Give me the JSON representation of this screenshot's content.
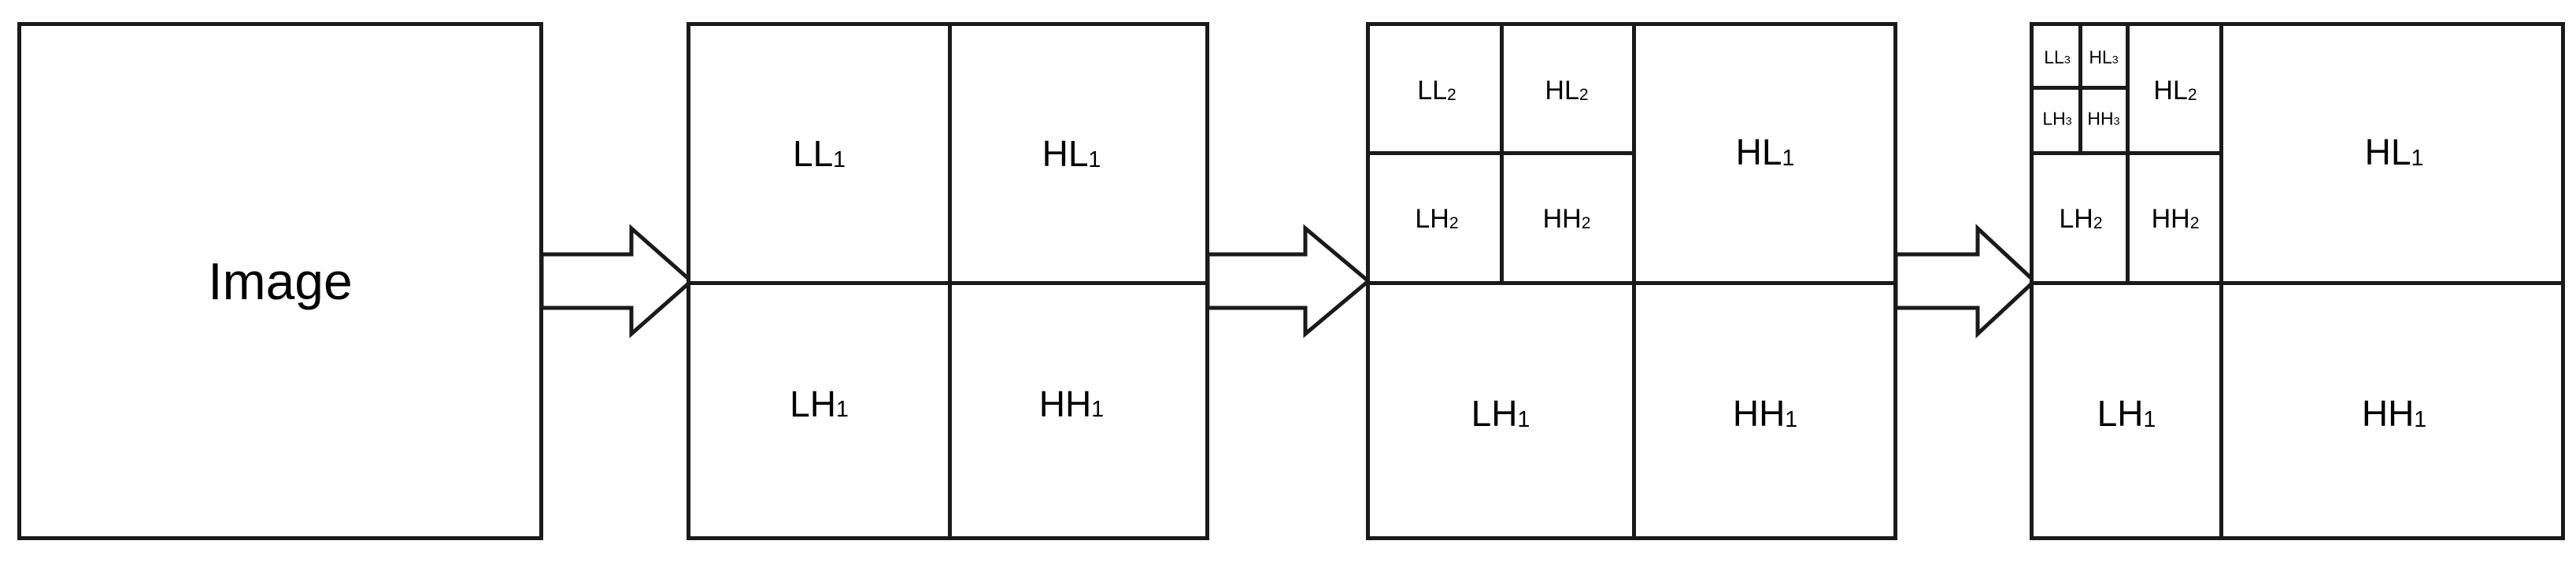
{
  "figure": {
    "title": "Multi-level 2D discrete wavelet transform subband decomposition",
    "background_color": "#ffffff",
    "line_color": "#1a1a1a"
  },
  "panels": [
    {
      "id": "panel-source",
      "name": "source-image",
      "level": 0,
      "labels": [
        {
          "name": "image-label",
          "base": "Image",
          "sub": ""
        }
      ]
    },
    {
      "id": "panel-level-1",
      "name": "level-1-decomposition",
      "level": 1,
      "labels": [
        {
          "name": "ll1-label",
          "base": "LL",
          "sub": "1"
        },
        {
          "name": "hl1-label",
          "base": "HL",
          "sub": "1"
        },
        {
          "name": "lh1-label",
          "base": "LH",
          "sub": "1"
        },
        {
          "name": "hh1-label",
          "base": "HH",
          "sub": "1"
        }
      ]
    },
    {
      "id": "panel-level-2",
      "name": "level-2-decomposition",
      "level": 2,
      "labels": [
        {
          "name": "ll2-label",
          "base": "LL",
          "sub": "2"
        },
        {
          "name": "hl2-label",
          "base": "HL",
          "sub": "2"
        },
        {
          "name": "lh2-label",
          "base": "LH",
          "sub": "2"
        },
        {
          "name": "hh2-label",
          "base": "HH",
          "sub": "2"
        },
        {
          "name": "hl1-label",
          "base": "HL",
          "sub": "1"
        },
        {
          "name": "lh1-label",
          "base": "LH",
          "sub": "1"
        },
        {
          "name": "hh1-label",
          "base": "HH",
          "sub": "1"
        }
      ]
    },
    {
      "id": "panel-level-3",
      "name": "level-3-decomposition",
      "level": 3,
      "labels": [
        {
          "name": "ll3-label",
          "base": "LL",
          "sub": "3"
        },
        {
          "name": "hl3-label",
          "base": "HL",
          "sub": "3"
        },
        {
          "name": "lh3-label",
          "base": "LH",
          "sub": "3"
        },
        {
          "name": "hh3-label",
          "base": "HH",
          "sub": "3"
        },
        {
          "name": "hl2-label",
          "base": "HL",
          "sub": "2"
        },
        {
          "name": "lh2-label",
          "base": "LH",
          "sub": "2"
        },
        {
          "name": "hh2-label",
          "base": "HH",
          "sub": "2"
        },
        {
          "name": "hl1-label",
          "base": "HL",
          "sub": "1"
        },
        {
          "name": "lh1-label",
          "base": "LH",
          "sub": "1"
        },
        {
          "name": "hh1-label",
          "base": "HH",
          "sub": "1"
        }
      ]
    }
  ],
  "arrows": [
    {
      "name": "arrow-1",
      "direction": "right"
    },
    {
      "name": "arrow-2",
      "direction": "right"
    },
    {
      "name": "arrow-3",
      "direction": "right"
    }
  ],
  "text": {
    "image": "Image",
    "LL1_base": "LL",
    "LL1_sub": "1",
    "HL1_base": "HL",
    "HL1_sub": "1",
    "LH1_base": "LH",
    "LH1_sub": "1",
    "HH1_base": "HH",
    "HH1_sub": "1",
    "LL2_base": "LL",
    "LL2_sub": "2",
    "HL2_base": "HL",
    "HL2_sub": "2",
    "LH2_base": "LH",
    "LH2_sub": "2",
    "HH2_base": "HH",
    "HH2_sub": "2",
    "LL3_base": "LL",
    "LL3_sub": "3",
    "HL3_base": "HL",
    "HL3_sub": "3",
    "LH3_base": "LH",
    "LH3_sub": "3",
    "HH3_base": "HH",
    "HH3_sub": "3"
  }
}
